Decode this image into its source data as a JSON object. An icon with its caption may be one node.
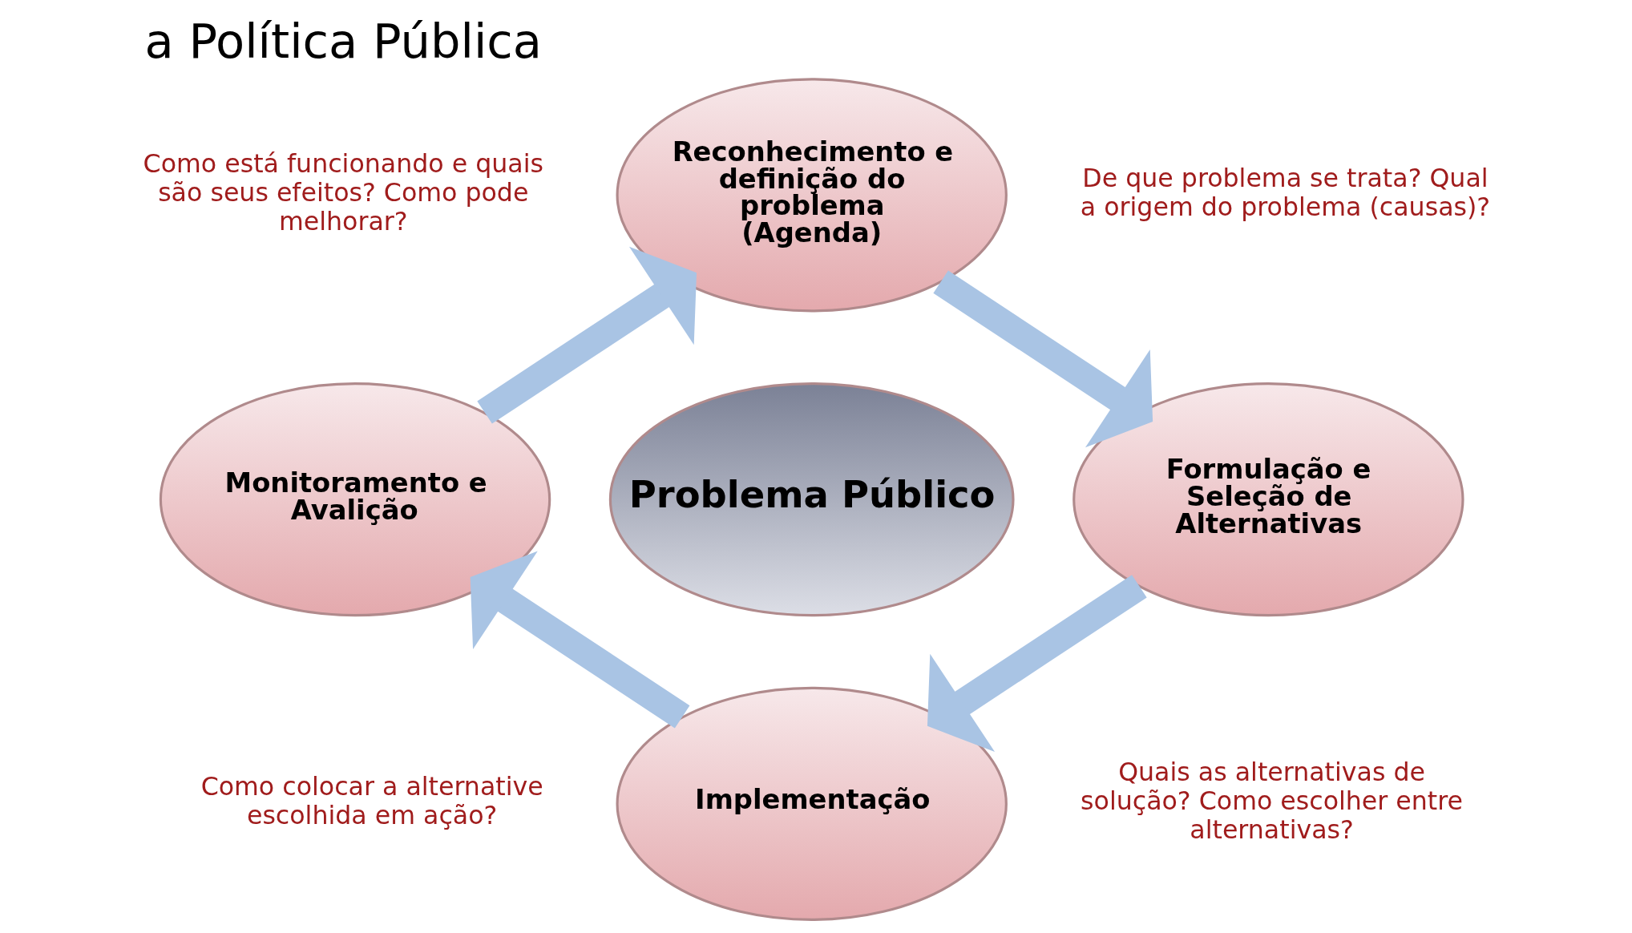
{
  "diagram": {
    "title": "a Política Pública",
    "nodes": [
      {
        "text": [
          "Reconhecimento e definição do problema (Agenda)"
        ]
      },
      {
        "text": [
          "Formulação e Seleção de Alternativas"
        ]
      },
      {
        "text": [
          "Implementação"
        ]
      },
      {
        "text": [
          "Monitoramento e Avalição"
        ]
      },
      {
        "text": [
          "Problema Público"
        ]
      }
    ],
    "edges": [
      {
        "from": 0,
        "to": 1,
        "arrow": "to"
      },
      {
        "from": 1,
        "to": 2,
        "arrow": "to"
      },
      {
        "from": 2,
        "to": 3,
        "arrow": "to"
      },
      {
        "from": 3,
        "to": 0,
        "arrow": "to"
      }
    ],
    "labels": [
      "De que problema se trata? Qual a origem do problema (causas)?",
      "Como está funcionando e quais são seus efeitos? Como pode melhorar?",
      "Como colocar a alternative escolhida em ação?",
      "Quais as alternativas de solução? Como escolher entre alternativas?"
    ]
  }
}
